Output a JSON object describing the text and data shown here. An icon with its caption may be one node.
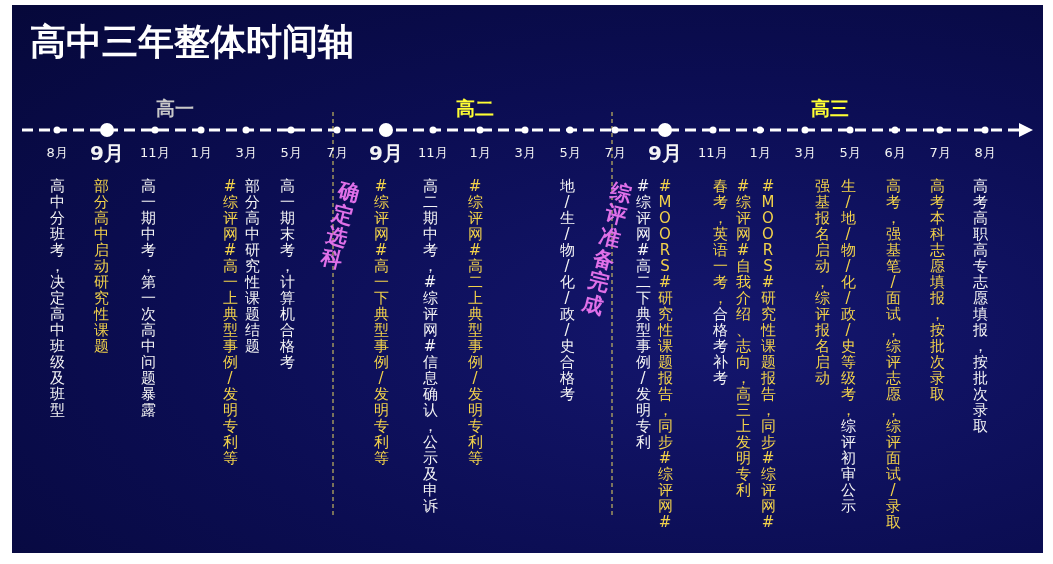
{
  "diagram": {
    "title": "高中三年整体时间轴",
    "labels": [
      "高一",
      "高二",
      "高三",
      "8月",
      "9月",
      "11月",
      "1月",
      "3月",
      "5月",
      "7月",
      "9月",
      "11月",
      "1月",
      "3月",
      "5月",
      "7月",
      "9月",
      "11月",
      "1月",
      "3月",
      "5月",
      "6月",
      "7月",
      "8月",
      "高中分班考，决定高中班级及班型",
      "部分高中启动研究性课题",
      "高一期中考，第一次高中问题暴露",
      "#综评网# 高一上典型事例/发明专利等",
      "部分高中研究性课题结题",
      "高一期末考，计算机合格考",
      "确定选科",
      "#综评网# 高一下典型事例/发明专利等",
      "高二期中考，#综评网#信息确认，公示及申诉",
      "#综评网# 高二上典型事例/发明专利等",
      "地/生/物/化/政/史合格考",
      "综评准备完成",
      "#综评网# 高二下典型事例/发明专利",
      "#MOORS#研究性课题报告，同步#综评网#",
      "春考，英语一考，",
      "合格考补考",
      "#综评网#自我介绍、志向，高三上发明专利",
      "#MOORS#研究性课题报告，同步#综评网#",
      "强基报名启动，综评报名启动",
      "生/地/物/化/政/史等级考，",
      "综评初审公示",
      "高考，强基笔/面试，综评志愿，综评面试/录取",
      "高考本科志愿填报，按批次录取",
      "高考高职高专志愿填报，按批次录取"
    ]
  }
}
